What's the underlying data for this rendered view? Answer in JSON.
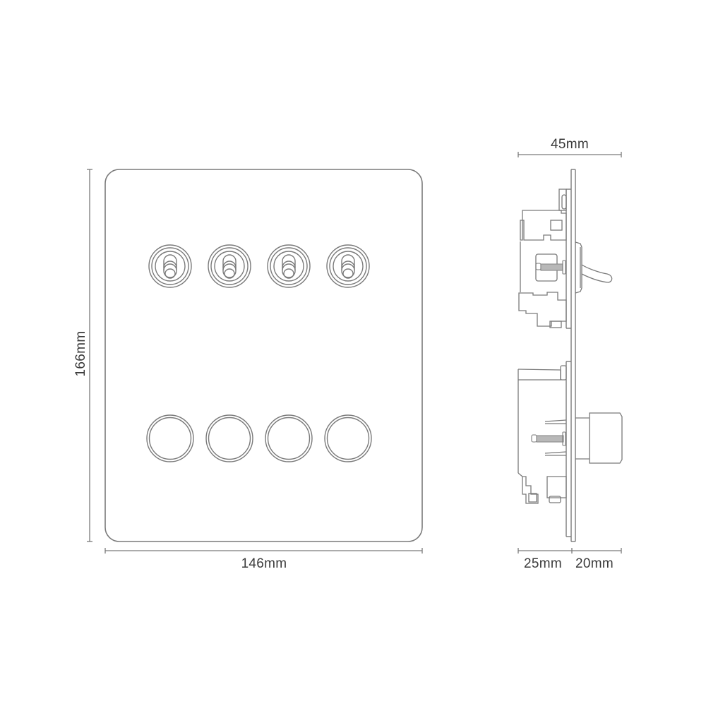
{
  "colors": {
    "stroke": "#7a7a7a",
    "text": "#3a3a3a",
    "background": "#ffffff",
    "screw": "#888888"
  },
  "front_view": {
    "width_label": "146mm",
    "height_label": "166mm",
    "toggle_switches": [
      {
        "id": 1,
        "type": "toggle"
      },
      {
        "id": 2,
        "type": "toggle"
      },
      {
        "id": 3,
        "type": "toggle"
      },
      {
        "id": 4,
        "type": "toggle"
      }
    ],
    "push_buttons": [
      {
        "id": 1,
        "type": "push-button"
      },
      {
        "id": 2,
        "type": "push-button"
      },
      {
        "id": 3,
        "type": "push-button"
      },
      {
        "id": 4,
        "type": "push-button"
      }
    ]
  },
  "side_view": {
    "total_depth_label": "45mm",
    "back_depth_label": "25mm",
    "front_depth_label": "20mm"
  }
}
